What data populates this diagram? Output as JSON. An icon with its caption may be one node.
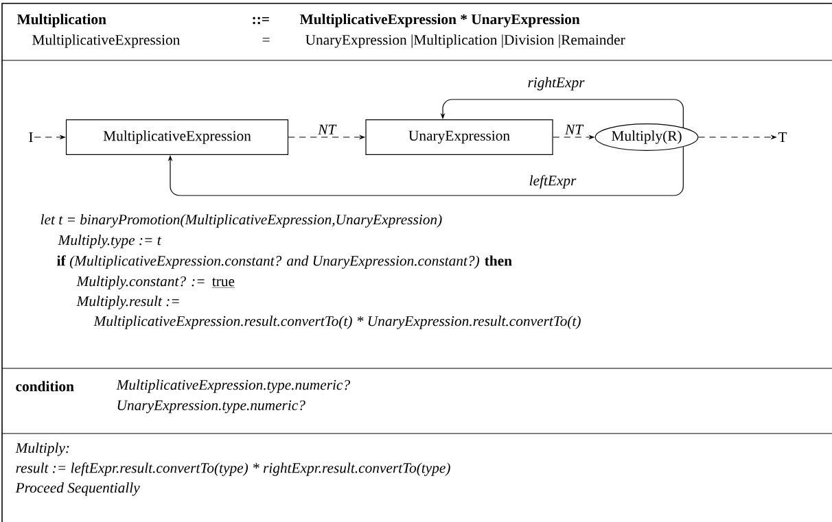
{
  "diagram": {
    "nodes": [
      {
        "text": [
          "I"
        ]
      },
      {
        "text": [
          "MultiplicativeExpression"
        ]
      },
      {
        "text": [
          "UnaryExpression"
        ]
      },
      {
        "text": [
          "Multiply(R)"
        ]
      },
      {
        "text": [
          "T"
        ]
      }
    ],
    "edges": [
      {
        "from": 0,
        "to": 1,
        "arrow": "to",
        "style": "dashed"
      },
      {
        "from": 1,
        "to": 2,
        "arrow": "to",
        "style": "dashed",
        "label": "NT"
      },
      {
        "from": 2,
        "to": 3,
        "arrow": "to",
        "style": "dashed",
        "label": "NT"
      },
      {
        "from": 3,
        "to": 4,
        "arrow": "to",
        "style": "dashed"
      },
      {
        "from": 3,
        "to": 2,
        "arrow": "to",
        "label": "rightExpr"
      },
      {
        "from": 3,
        "to": 1,
        "arrow": "to",
        "label": "leftExpr"
      }
    ],
    "labels": [
      "Multiplication",
      "::=",
      "MultiplicativeExpression * UnaryExpression",
      "MultiplicativeExpression",
      "=",
      "UnaryExpression |Multiplication |Division |Remainder",
      "let t = binaryPromotion(MultiplicativeExpression,UnaryExpression)",
      "Multiply.type := t",
      "**if** *(MultiplicativeExpression.constant? and UnaryExpression.constant?)* **then**",
      "Multiply.constant? :=",
      "true",
      "Multiply.result :=",
      "MultiplicativeExpression.result.convertTo(t) * UnaryExpression.result.convertTo(t)",
      "condition",
      "MultiplicativeExpression.type.numeric?",
      "UnaryExpression.type.numeric?",
      "Multiply:",
      "result := leftExpr.result.convertTo(type) * rightExpr.result.convertTo(type)",
      "Proceed Sequentially"
    ]
  }
}
